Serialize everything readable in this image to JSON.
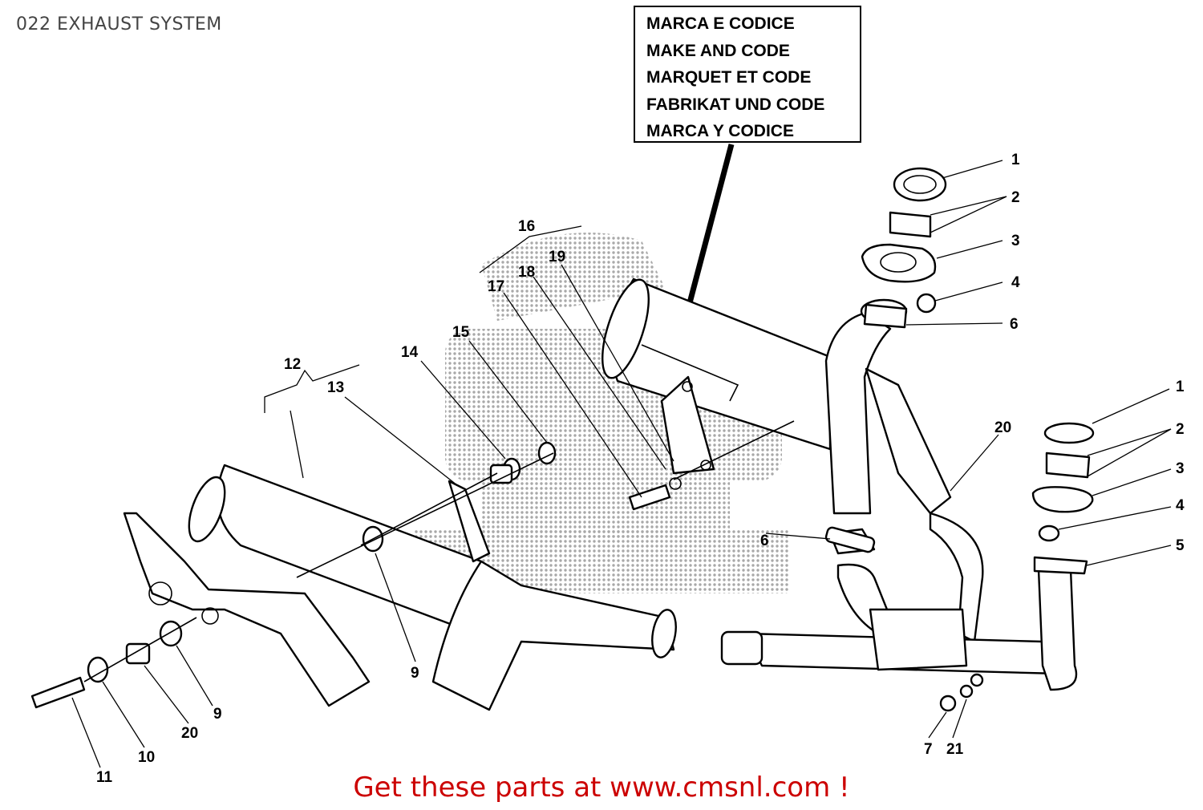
{
  "title": "022 EXHAUST SYSTEM",
  "legend_box": {
    "lines": [
      "MARCA E CODICE",
      "MAKE AND CODE",
      "MARQUET ET CODE",
      "FABRIKAT UND CODE",
      "MARCA Y CODICE"
    ]
  },
  "callouts": [
    {
      "id": "c1a",
      "text": "1"
    },
    {
      "id": "c2a",
      "text": "2"
    },
    {
      "id": "c3a",
      "text": "3"
    },
    {
      "id": "c4a",
      "text": "4"
    },
    {
      "id": "c6a",
      "text": "6"
    },
    {
      "id": "c1b",
      "text": "1"
    },
    {
      "id": "c2b",
      "text": "2"
    },
    {
      "id": "c3b",
      "text": "3"
    },
    {
      "id": "c4b",
      "text": "4"
    },
    {
      "id": "c5b",
      "text": "5"
    },
    {
      "id": "c20a",
      "text": "20"
    },
    {
      "id": "c16",
      "text": "16"
    },
    {
      "id": "c19",
      "text": "19"
    },
    {
      "id": "c18",
      "text": "18"
    },
    {
      "id": "c17",
      "text": "17"
    },
    {
      "id": "c15",
      "text": "15"
    },
    {
      "id": "c14",
      "text": "14"
    },
    {
      "id": "c12",
      "text": "12"
    },
    {
      "id": "c13",
      "text": "13"
    },
    {
      "id": "c9a",
      "text": "9"
    },
    {
      "id": "c9b",
      "text": "9"
    },
    {
      "id": "c20b",
      "text": "20"
    },
    {
      "id": "c10",
      "text": "10"
    },
    {
      "id": "c11",
      "text": "11"
    },
    {
      "id": "c7",
      "text": "7"
    },
    {
      "id": "c21",
      "text": "21"
    },
    {
      "id": "c6b",
      "text": "6"
    }
  ],
  "footer": "Get these parts at www.cmsnl.com !",
  "colors": {
    "footer": "#cc0000",
    "title": "#444444",
    "line_art": "#000000",
    "watermark": "#9a9a9a"
  }
}
